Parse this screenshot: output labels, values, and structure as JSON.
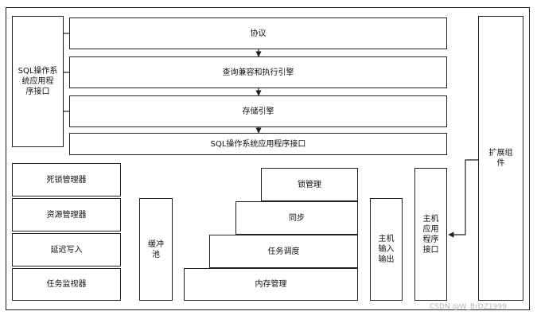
{
  "nodes": {
    "sql_api_left": "SQL操作系\n统应用程\n序接口",
    "protocol": "协议",
    "query_engine": "查询兼容和执行引擎",
    "storage_engine": "存储引擎",
    "sql_api_bottom": "SQL操作系统应用程序接口",
    "deadlock_manager": "死锁管理器",
    "resource_manager": "资源管理器",
    "lazy_writer": "延迟写入",
    "task_monitor": "任务监视器",
    "buffer_pool": "缓冲\n池",
    "lock_manager": "锁管理",
    "sync": "同步",
    "task_scheduler": "任务调度",
    "memory_manager": "内存管理",
    "host_io": "主机\n输入\n输出",
    "host_app_api": "主机\n应用\n程序\n接口",
    "extension": "扩展组\n件"
  },
  "watermark": "CSDN @W_BrDZ1999"
}
